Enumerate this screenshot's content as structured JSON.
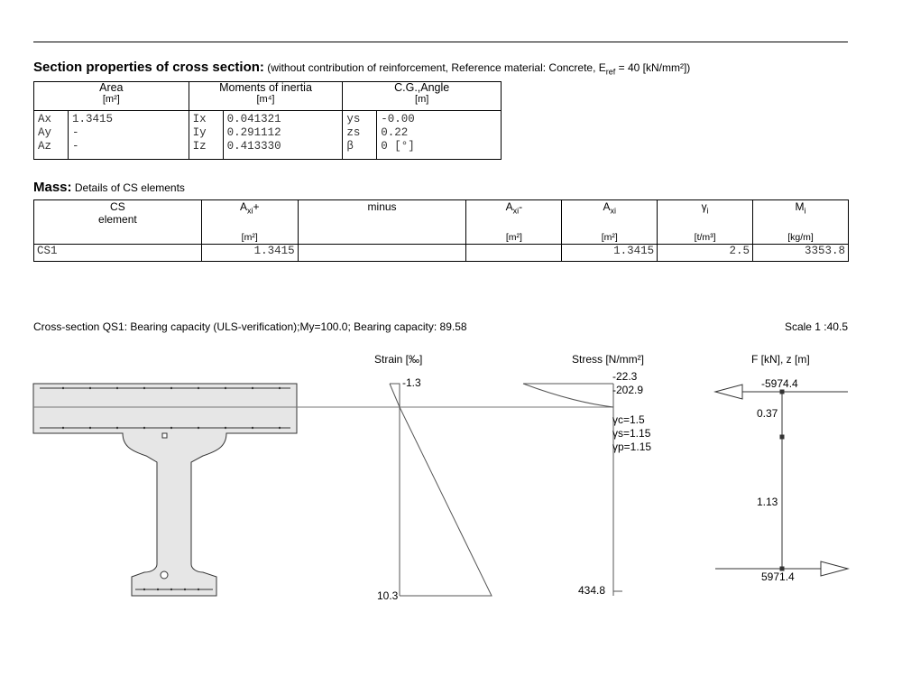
{
  "section": {
    "title": "Section properties of cross section:",
    "subtitle_pre": "(without contribution of reinforcement,  Reference material: Concrete,  E",
    "subtitle_sub": "ref",
    "subtitle_post": " = 40 [kN/mm²])",
    "groups": [
      {
        "name": "Area",
        "unit": "[m²]",
        "rows": [
          [
            "Ax",
            "1.3415"
          ],
          [
            "Ay",
            "-"
          ],
          [
            "Az",
            "-"
          ]
        ]
      },
      {
        "name": "Moments of inertia",
        "unit": "[m⁴]",
        "rows": [
          [
            "Ix",
            "0.041321"
          ],
          [
            "Iy",
            "0.291112"
          ],
          [
            "Iz",
            "0.413330"
          ]
        ]
      },
      {
        "name": "C.G.,Angle",
        "unit": "[m]",
        "rows": [
          [
            "ys",
            "-0.00"
          ],
          [
            "zs",
            "0.22"
          ],
          [
            "β",
            "0    [°]"
          ]
        ]
      }
    ]
  },
  "mass": {
    "title": "Mass:",
    "subtitle": "Details of CS elements",
    "headers": {
      "cs": "CS",
      "element": "element",
      "axp_main": "A",
      "axp_sub": "xi",
      "axp_suffix": "+",
      "minus": "minus",
      "axm_main": "A",
      "axm_sub": "xi",
      "axm_suffix": "-",
      "ax_main": "A",
      "ax_sub": "xi",
      "gamma_main": "γ",
      "gamma_sub": "i",
      "m_main": "M",
      "m_sub": "i"
    },
    "units": {
      "axp": "[m²]",
      "axm": "[m²]",
      "ax": "[m²]",
      "gamma": "[t/m³]",
      "m": "[kg/m]"
    },
    "row": {
      "cs": "CS1",
      "axp": "1.3415",
      "minus": "",
      "axm": "",
      "ax": "1.3415",
      "gamma": "2.5",
      "m": "3353.8"
    }
  },
  "figure": {
    "caption": "Cross-section QS1: Bearing capacity (ULS-verification);My=100.0; Bearing capacity: 89.58",
    "scale": "Scale  1 :40.5",
    "strain": {
      "label": "Strain [‰]",
      "top": "-1.3",
      "bottom": "10.3"
    },
    "stress": {
      "label": "Stress [N/mm²]",
      "v1": "-22.3",
      "v2": "-202.9",
      "bottom": "434.8",
      "gc": "γc=1.5",
      "gs": "γs=1.15",
      "gp": "γp=1.15"
    },
    "forces": {
      "label": "F [kN], z [m]",
      "top": "-5974.4",
      "bottom": "5971.4",
      "z1": "0.37",
      "z2": "1.13"
    }
  }
}
